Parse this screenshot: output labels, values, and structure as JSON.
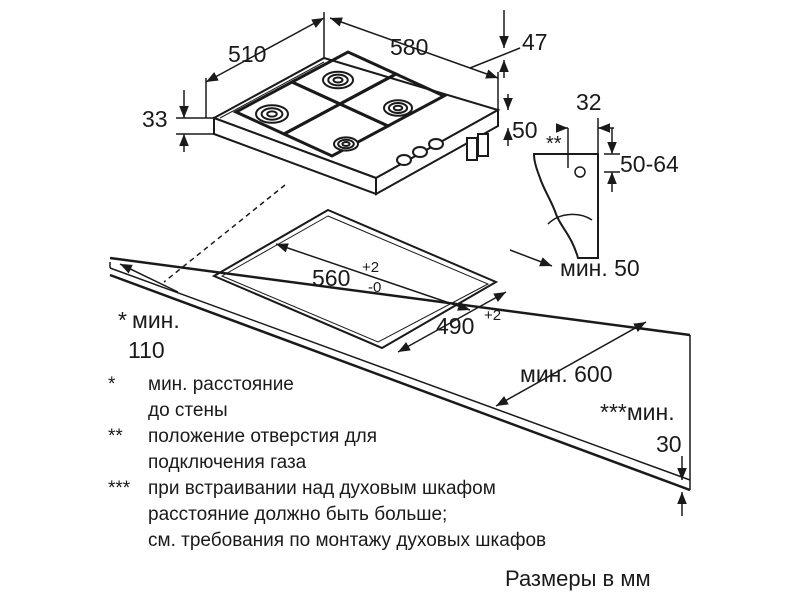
{
  "dimensions": {
    "hob_depth": "510",
    "hob_width": "580",
    "hob_height": "47",
    "frame_height": "33",
    "side_depth": "50",
    "gas_hole_offset": "32",
    "gas_hole_height": "50-64",
    "gas_hole_marker": "**",
    "cutout_width": "560",
    "cutout_width_tol_upper": "+2",
    "cutout_width_tol_lower": "-0",
    "cutout_depth": "490",
    "cutout_depth_tol": "+2",
    "back_clearance": "мин. 50",
    "wall_clearance_marker": "*",
    "wall_clearance_label": "мин.",
    "wall_clearance_value": "110",
    "worktop_depth": "мин. 600",
    "oven_clearance_label": "***мин.",
    "oven_clearance_value": "30"
  },
  "notes": [
    {
      "marker": "*",
      "text": [
        "мин. расстояние",
        "до стены"
      ]
    },
    {
      "marker": "**",
      "text": [
        "положение отверстия для",
        "подключения газа"
      ]
    },
    {
      "marker": "***",
      "text": [
        "при встраивании над духовым шкафом",
        "расстояние должно быть больше;",
        "см. требования по монтажу духовых шкафов"
      ]
    }
  ],
  "footer": "Размеры в мм"
}
